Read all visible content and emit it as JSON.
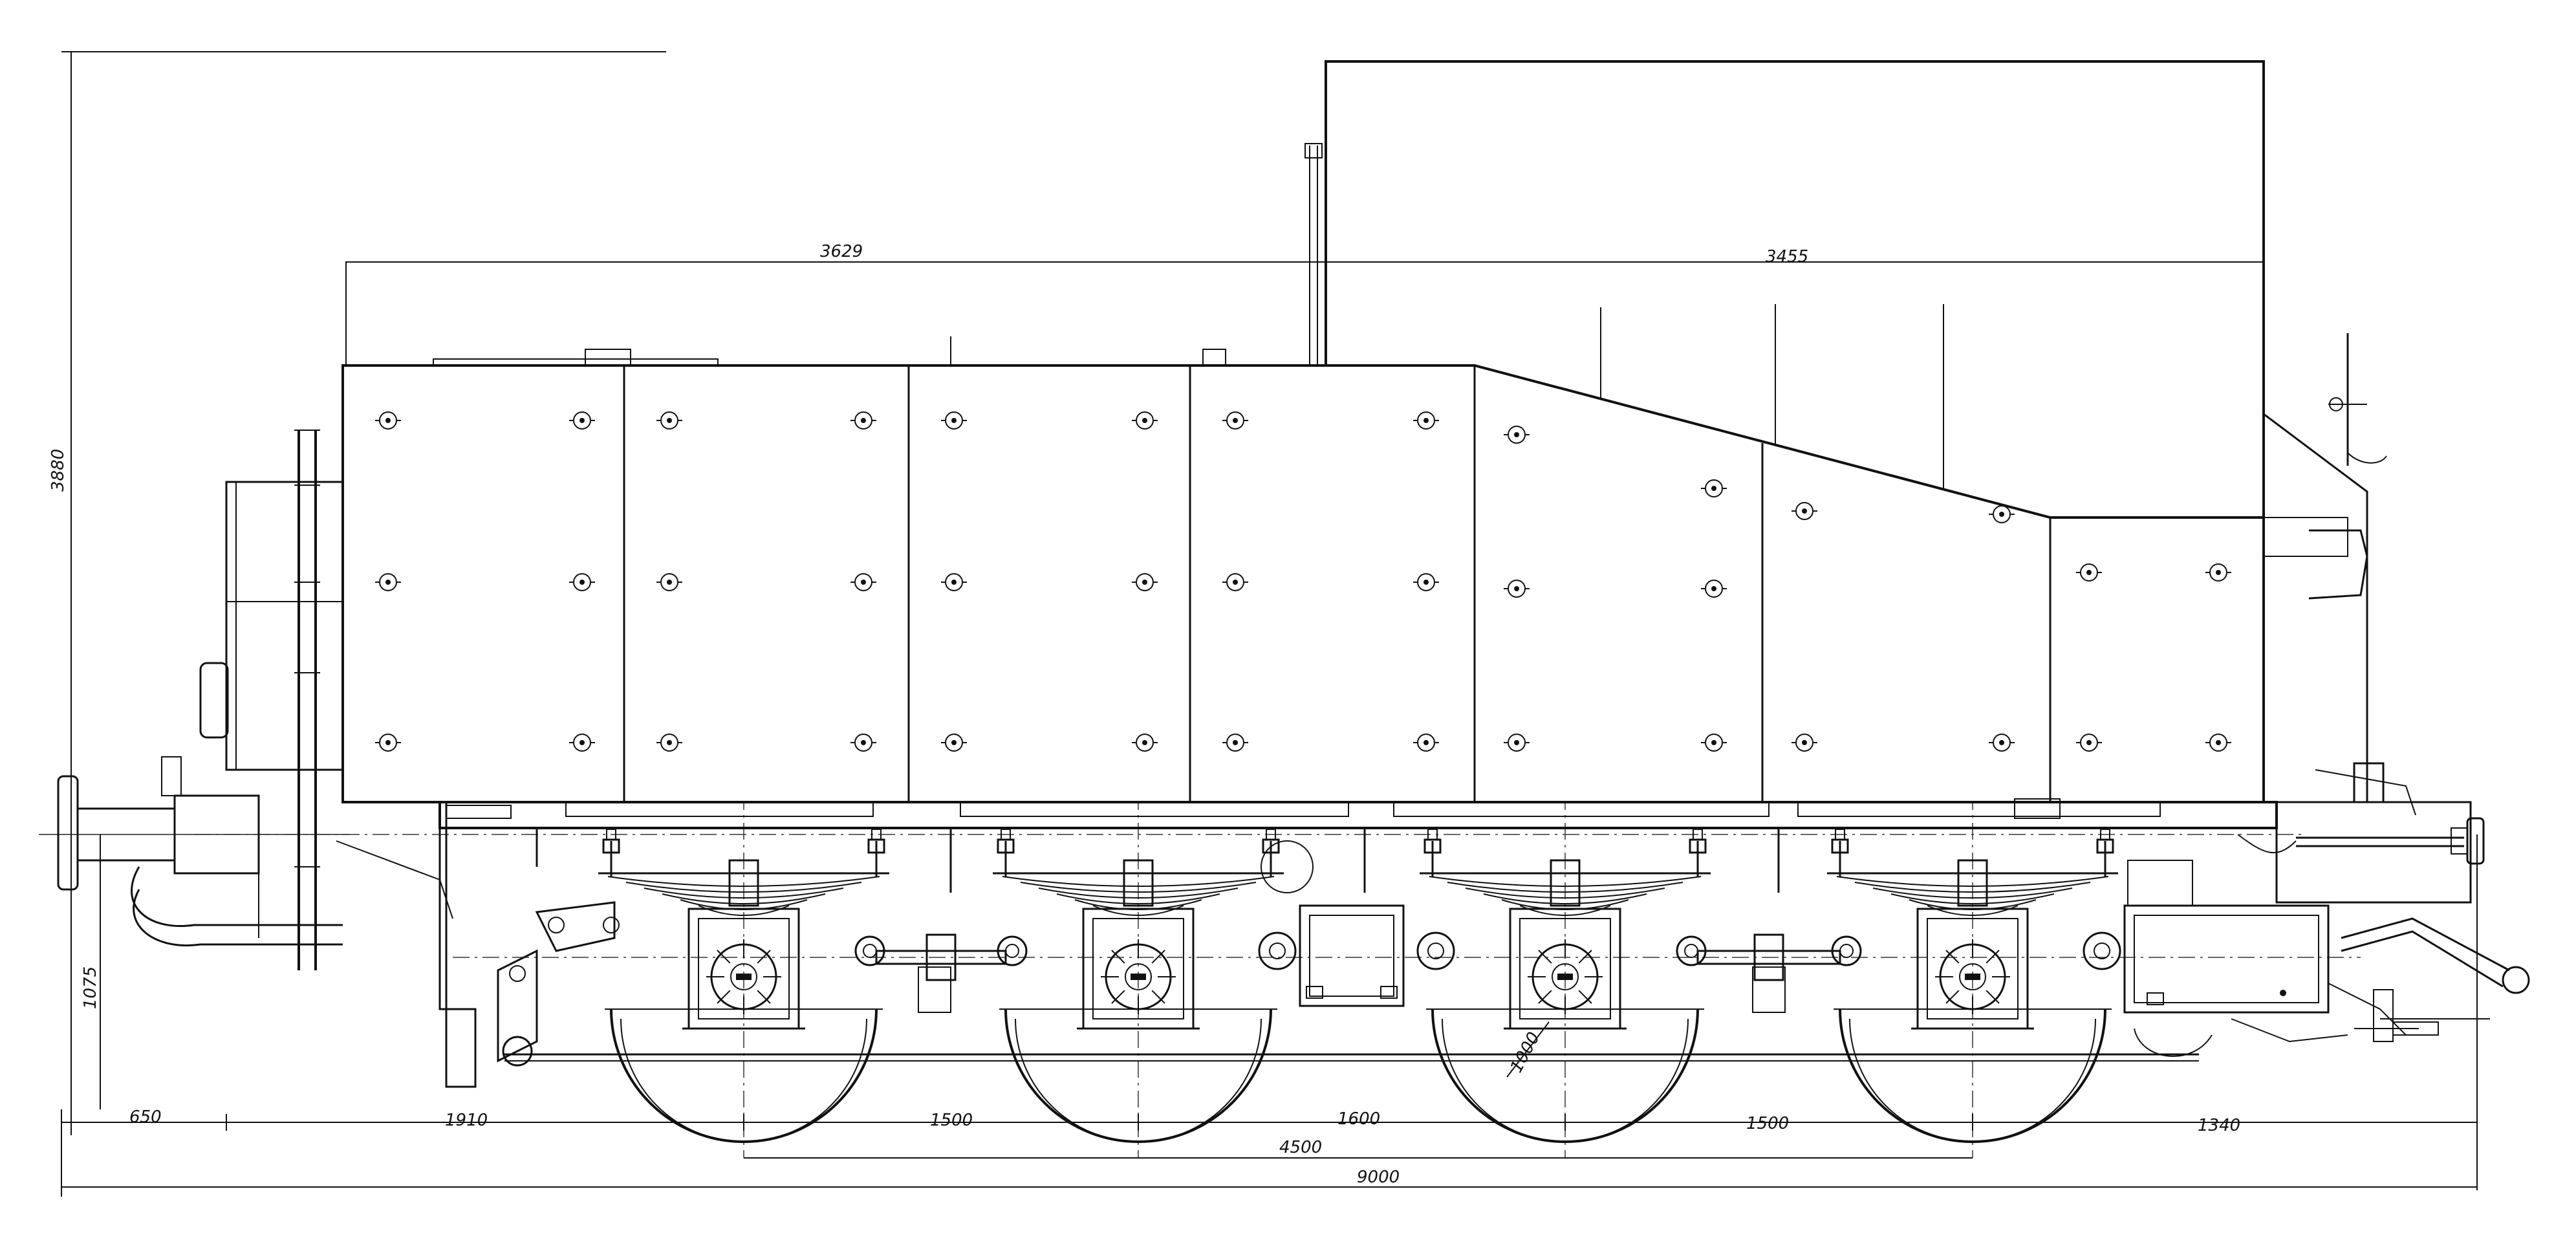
{
  "drawing": {
    "dimensions": {
      "total_height": "3880",
      "buffer_height": "1075",
      "front_overhang": "650",
      "front_to_axle1": "1910",
      "axle1_to_axle2": "1500",
      "axle2_to_axle3": "1600",
      "axle3_to_axle4": "1500",
      "rear_overhang": "1340",
      "bogie_centers": "4500",
      "total_length": "9000",
      "upper_left": "3629",
      "upper_right": "3455",
      "wheel_dia": "1000"
    }
  }
}
